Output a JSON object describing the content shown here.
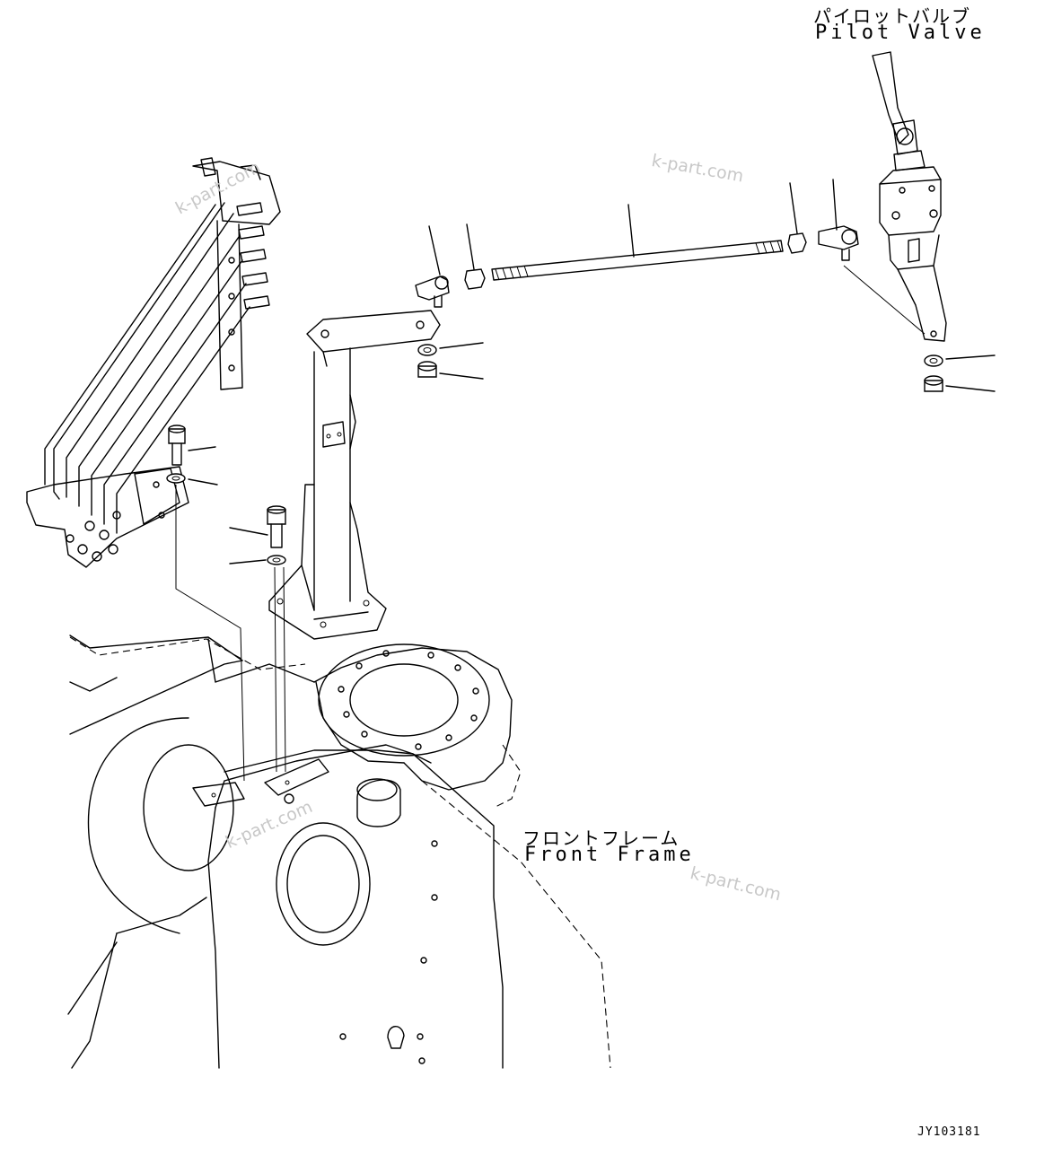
{
  "labels": {
    "pilot_valve_jp": "パイロットバルブ",
    "pilot_valve_en": "Pilot Valve",
    "front_frame_jp": "フロントフレーム",
    "front_frame_en": "Front Frame"
  },
  "drawing_ref": "JY103181",
  "watermarks": [
    "k-part.com",
    "k-part.com",
    "k-part.com",
    "k-part.com"
  ],
  "colors": {
    "line": "#000000",
    "background": "#ffffff",
    "watermark": "#c8c8c8"
  }
}
